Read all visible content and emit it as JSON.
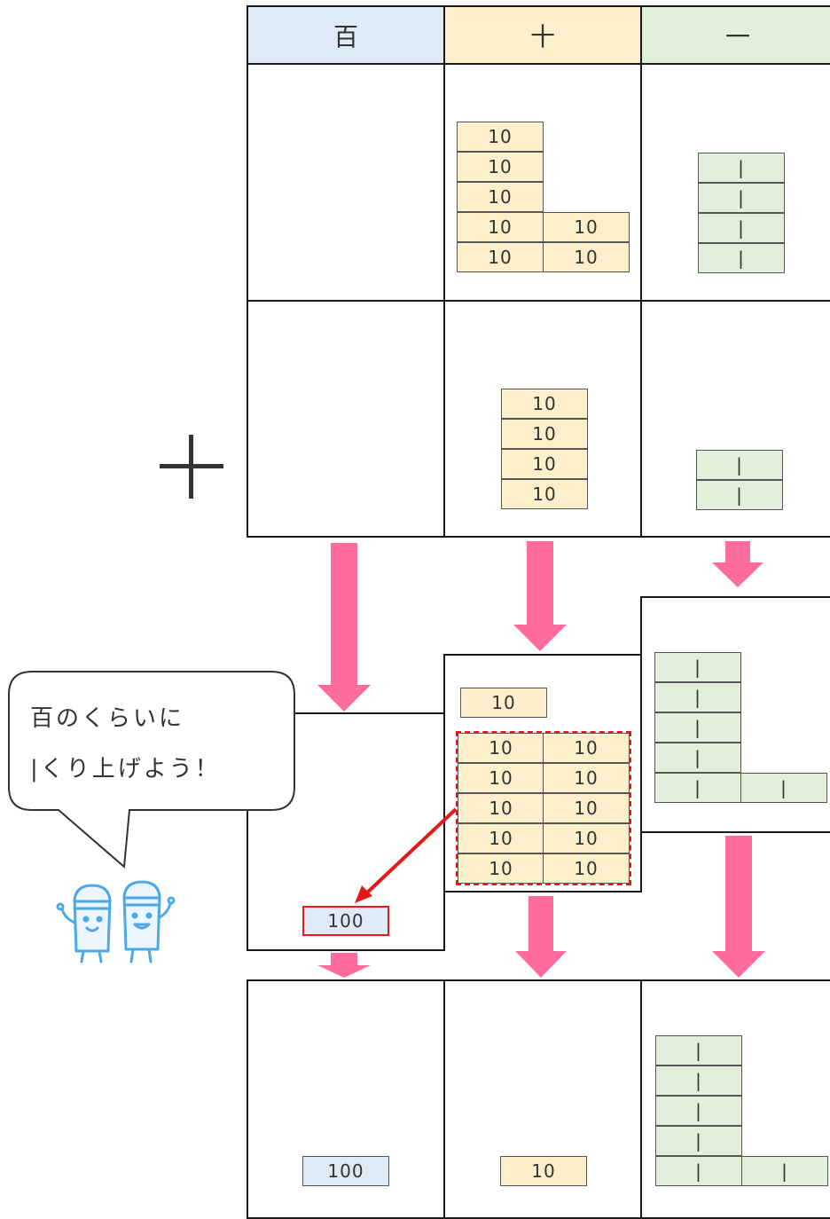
{
  "headers": {
    "hundreds": "百",
    "tens": "十",
    "ones": "一"
  },
  "block_labels": {
    "hundred": "100",
    "ten": "10",
    "one": "|"
  },
  "speech_bubble": {
    "line1": "百のくらいに",
    "line2": "|くり上げよう！"
  },
  "operator": "+",
  "colors": {
    "hundreds_fill": "#deebf7",
    "tens_fill": "#fdefcb",
    "ones_fill": "#e2efda",
    "arrow": "#ff6b9e",
    "highlight": "#e41a1a",
    "character": "#4da8e6"
  },
  "rows": {
    "first_number": {
      "hundreds": 0,
      "tens": 7,
      "ones": 4
    },
    "second_number": {
      "hundreds": 0,
      "tens": 4,
      "ones": 2
    },
    "carry_step": {
      "hundreds": 1,
      "tens_remaining": 1,
      "tens_grouped": 10,
      "ones": 6
    },
    "answer": {
      "hundreds": 1,
      "tens": 1,
      "ones": 6
    }
  }
}
